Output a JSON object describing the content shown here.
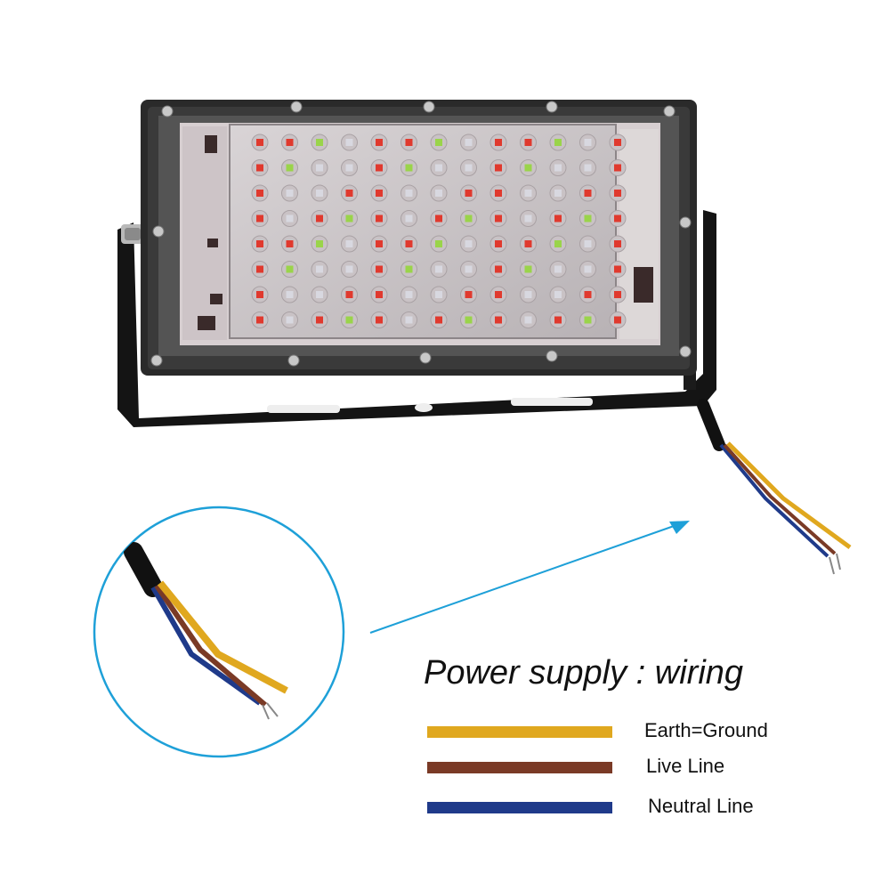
{
  "title": "Power supply : wiring",
  "legend": [
    {
      "label": "Earth=Ground",
      "color": "#e0a81f"
    },
    {
      "label": "Live Line",
      "color": "#7a3a26"
    },
    {
      "label": "Neutral Line",
      "color": "#1f3a8a"
    }
  ],
  "colors": {
    "callout": "#1ea0d8",
    "panel_frame": "#2a2a2a",
    "led_red": "#e0392e",
    "led_green": "#9ad44a",
    "led_white": "#d8d8e0"
  },
  "icons": [
    "flood-light-fixture",
    "wire-bundle",
    "magnifier-circle",
    "callout-arrow"
  ]
}
